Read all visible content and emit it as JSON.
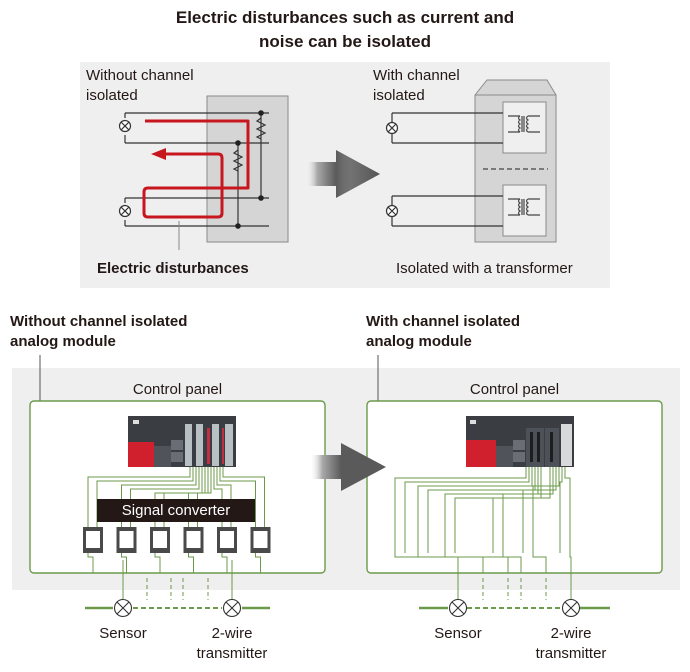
{
  "title": {
    "line1": "Electric disturbances such as current and",
    "line2": "noise can be isolated"
  },
  "top_diagram": {
    "left": {
      "label_line1": "Without channel",
      "label_line2": "isolated",
      "caption": "Electric disturbances"
    },
    "right": {
      "label_line1": "With channel",
      "label_line2": "isolated",
      "caption": "Isolated with a transformer"
    }
  },
  "bottom_diagram": {
    "left": {
      "heading_line1": "Without channel isolated",
      "heading_line2": "analog module",
      "panel_label": "Control panel",
      "converter_label": "Signal converter",
      "converter_count": 6,
      "sensor_label": "Sensor",
      "transmitter_line1": "2-wire",
      "transmitter_line2": "transmitter"
    },
    "right": {
      "heading_line1": "With channel isolated",
      "heading_line2": "analog module",
      "panel_label": "Control panel",
      "sensor_label": "Sensor",
      "transmitter_line1": "2-wire",
      "transmitter_line2": "transmitter"
    }
  },
  "colors": {
    "wire_green": "#6b9a4a",
    "disturbance_red": "#c8161e",
    "panel_bg": "#efefef",
    "module_gray": "#d5d5d5",
    "plc_red": "#d0202e"
  }
}
